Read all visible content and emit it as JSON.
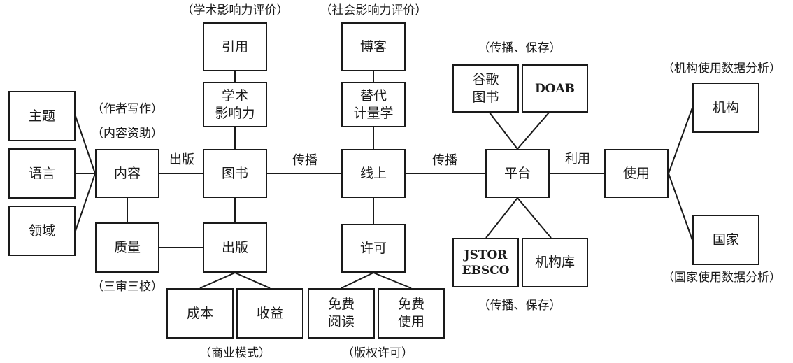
{
  "nodes": {
    "zhuti": "主题",
    "yuyan": "语言",
    "lingyu": "领域",
    "neirong": "内容",
    "zhiliang": "质量",
    "tushu": "图书",
    "chuban_box": "出版",
    "chengben": "成本",
    "shouyi": "收益",
    "yinyong": "引用",
    "xueshu_yingxiangli": "学术\n影响力",
    "boke": "博客",
    "tidai_jiliangxue": "替代\n计量学",
    "xianshang": "线上",
    "xuke": "许可",
    "mianfei_yuedu": "免费\n阅读",
    "mianfei_shiyong": "免费\n使用",
    "guge_tushu": "谷歌\n图书",
    "doab": "DOAB",
    "pingtai": "平台",
    "jstor_ebsco": "JSTOR\nEBSCO",
    "jigouku": "机构库",
    "shiyong": "使用",
    "jigou": "机构",
    "guojia": "国家"
  },
  "labels": {
    "zuozhe_xiezuo": "（作者写作）",
    "neirong_zizhu": "（内容资助）",
    "chuban_edge": "出版",
    "sanshen_sanjiao": "（三审三校）",
    "shangye_moshi": "（商业模式）",
    "xueshu_pingjia": "（学术影响力评价）",
    "shehui_pingjia": "（社会影响力评价）",
    "chuanbo_1": "传播",
    "chuanbo_2": "传播",
    "banquan_xuke": "（版权许可）",
    "chuanbo_baocun_top": "（传播、保存）",
    "chuanbo_baocun_bottom": "（传播、保存）",
    "liyong": "利用",
    "jigou_fenxi": "（机构使用数据分析）",
    "guojia_fenxi": "（国家使用数据分析）"
  },
  "colors": {
    "line": "#1a1a1a",
    "box_border": "#1a1a1a",
    "background": "#ffffff"
  }
}
